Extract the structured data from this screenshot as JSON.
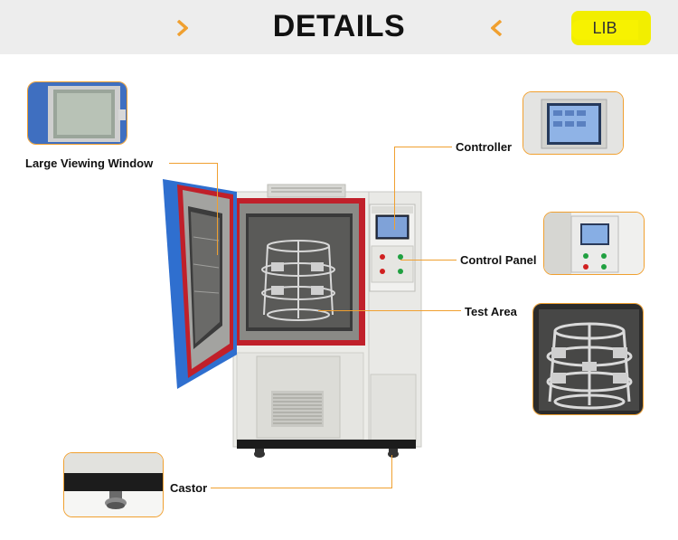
{
  "header": {
    "title": "DETAILS",
    "logo": "LIB"
  },
  "labels": {
    "viewing_window": "Large Viewing Window",
    "controller": "Controller",
    "control_panel": "Control Panel",
    "test_area": "Test Area",
    "castor": "Castor"
  },
  "colors": {
    "accent": "#f0a030",
    "header_bg": "#ededed",
    "logo_yellow": "#f2ee00",
    "door_blue": "#2f6fcf",
    "seal_red": "#c0202a"
  },
  "icons": {
    "left_chevron": "chevron-right-icon",
    "right_chevron": "chevron-left-icon"
  }
}
